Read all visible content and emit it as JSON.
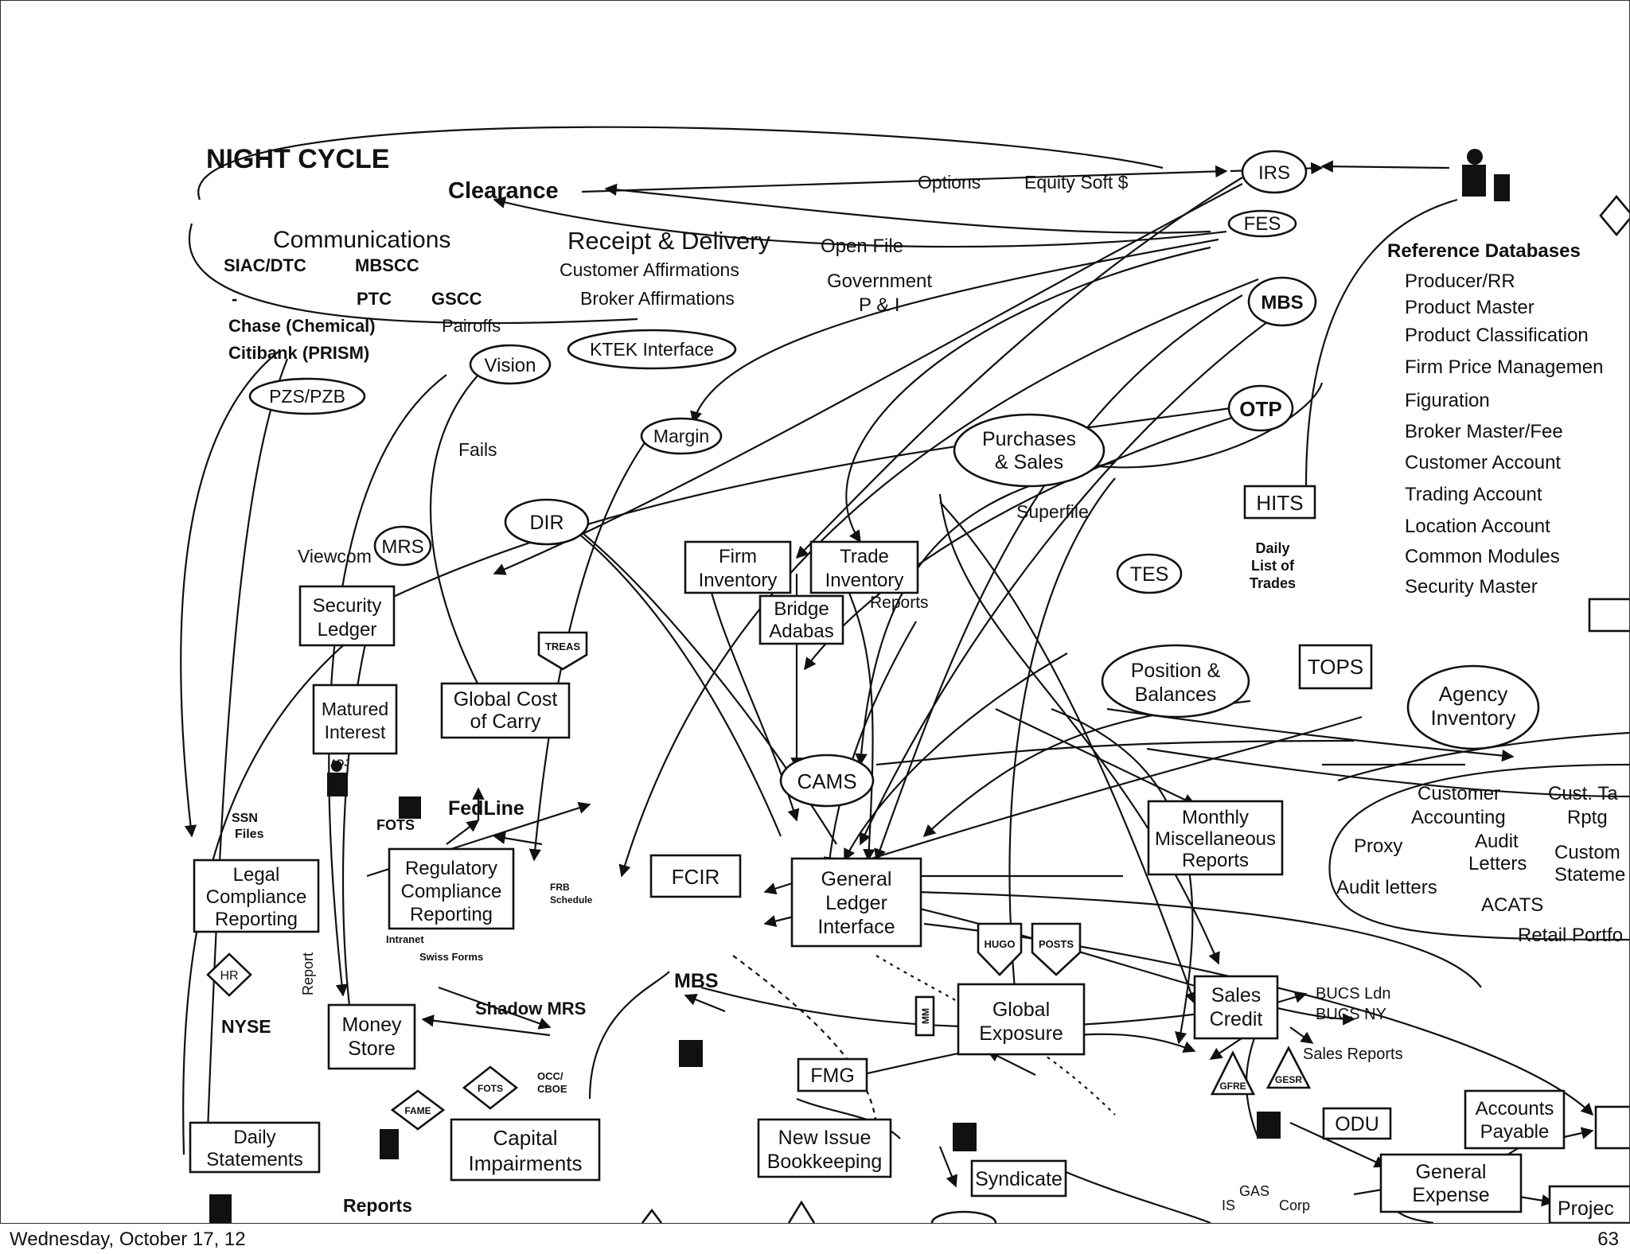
{
  "slide": {
    "title": "NIGHT CYCLE",
    "footer_date": "Wednesday, October 17, 12",
    "page_number": "63"
  },
  "labels": {
    "clearance": "Clearance",
    "communications": "Communications",
    "siac": "SIAC/DTC",
    "mbscc": "MBSCC",
    "dash": "-",
    "ptc": "PTC",
    "gscc": "GSCC",
    "chase": "Chase (Chemical)",
    "pairoffs": "Pairoffs",
    "citibank": "Citibank (PRISM)",
    "receipt": "Receipt & Delivery",
    "cust_aff": "Customer Affirmations",
    "broker_aff": "Broker Affirmations",
    "options": "Options",
    "equity_soft": "Equity Soft $",
    "open_file": "Open File",
    "govt1": "Government",
    "govt2": "P & I",
    "ref_db": "Reference Databases",
    "ref_items": [
      "Producer/RR",
      "Product Master",
      "Product Classification",
      "Firm Price Managemen",
      "Figuration",
      "Broker Master/Fee",
      "Customer Account",
      "Trading Account",
      "Location Account",
      "Common Modules",
      "Security Master"
    ],
    "fails": "Fails",
    "superfile": "Superfile",
    "viewcom": "Viewcom",
    "daily_list": [
      "Daily",
      "List of",
      "Trades"
    ],
    "reports": "Reports",
    "treas": "TREAS",
    "adj": "ADJ",
    "fots": "FOTS",
    "fedline": "FedLine",
    "ssn": [
      "SSN",
      "Files"
    ],
    "frb": [
      "FRB",
      "Schedule"
    ],
    "intranet": "Intranet",
    "swiss": "Swiss Forms",
    "report_v": "Report",
    "nyse": "NYSE",
    "shadow": "Shadow MRS",
    "mbs_label": "MBS",
    "occ": [
      "OCC/",
      "CBOE"
    ],
    "fame": "FAME",
    "reports2": "Reports",
    "hugo": "HUGO",
    "posts": "POSTS",
    "mm": "MM",
    "gfre": "GFRE",
    "gesr": "GESR",
    "bucs": [
      "BUCS Ldn",
      "BUCS NY"
    ],
    "sales_reports": "Sales Reports",
    "is": "IS",
    "gas": "GAS",
    "corp": "Corp",
    "cust_area": [
      "Customer",
      "Accounting",
      "Cust. Ta",
      "Rptg",
      "Proxy",
      "Audit",
      "Letters",
      "Custom",
      "Stateme",
      "Audit letters",
      "ACATS",
      "Retail Portfo"
    ]
  },
  "nodes": {
    "irs": "IRS",
    "fes": "FES",
    "mbs": "MBS",
    "otp": "OTP",
    "ktek": "KTEK Interface",
    "vision": "Vision",
    "pzs": "PZS/PZB",
    "margin": "Margin",
    "purchases": [
      "Purchases",
      "& Sales"
    ],
    "hits": "HITS",
    "dir": "DIR",
    "mrs": "MRS",
    "tes": "TES",
    "firm_inv": [
      "Firm",
      "Inventory"
    ],
    "trade_inv": [
      "Trade",
      "Inventory"
    ],
    "bridge": [
      "Bridge",
      "Adabas"
    ],
    "security_ledger": [
      "Security",
      "Ledger"
    ],
    "matured": [
      "Matured",
      "Interest"
    ],
    "global_cost": [
      "Global Cost",
      "of Carry"
    ],
    "position": [
      "Position &",
      "Balances"
    ],
    "tops": "TOPS",
    "agency": [
      "Agency",
      "Inventory"
    ],
    "cams": "CAMS",
    "monthly": [
      "Monthly",
      "Miscellaneous",
      "Reports"
    ],
    "legal": [
      "Legal",
      "Compliance",
      "Reporting"
    ],
    "regulatory": [
      "Regulatory",
      "Compliance",
      "Reporting"
    ],
    "fcir": "FCIR",
    "gli": [
      "General",
      "Ledger",
      "Interface"
    ],
    "money_store": [
      "Money",
      "Store"
    ],
    "global_exp": [
      "Global",
      "Exposure"
    ],
    "sales_credit": [
      "Sales",
      "Credit"
    ],
    "fmg": "FMG",
    "daily_stmt": [
      "Daily",
      "Statements"
    ],
    "capital": [
      "Capital",
      "Impairments"
    ],
    "new_issue": [
      "New Issue",
      "Bookkeeping"
    ],
    "syndicate": "Syndicate",
    "odu": "ODU",
    "accounts_payable": [
      "Accounts",
      "Payable"
    ],
    "general_expense": [
      "General",
      "Expense"
    ],
    "project": "Projec",
    "hr": "HR"
  },
  "colors": {
    "ink": "#111111",
    "paper": "#ffffff"
  }
}
